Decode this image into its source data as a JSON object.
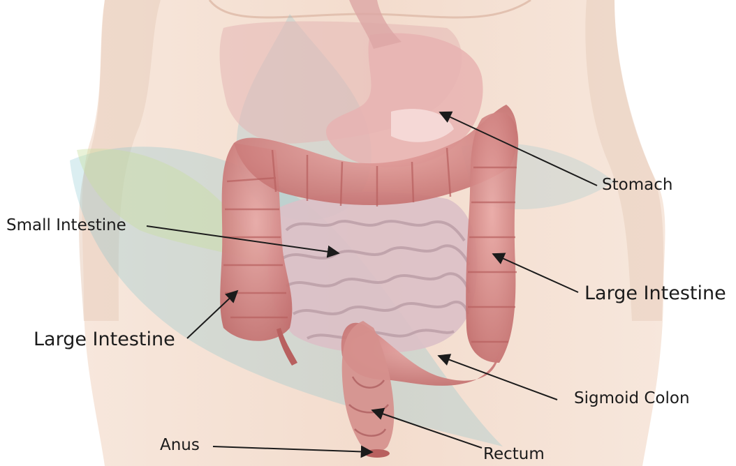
{
  "diagram": {
    "labels": {
      "stomach": "Stomach",
      "small_intestine": "Small Intestine",
      "large_intestine_right": "Large Intestine",
      "large_intestine_left": "Large Intestine",
      "sigmoid_colon": "Sigmoid Colon",
      "anus": "Anus",
      "rectum": "Rectum"
    },
    "colors": {
      "skin": "#f1d6c6",
      "colon": "#d98a86",
      "colon_dark": "#b8605f",
      "small_intestine": "#dcc0c6",
      "stomach": "#e8b3b2",
      "watermark_blue": "#7fc1cc",
      "watermark_green": "#c9df9d",
      "leader_line": "#1b1b1b"
    }
  }
}
